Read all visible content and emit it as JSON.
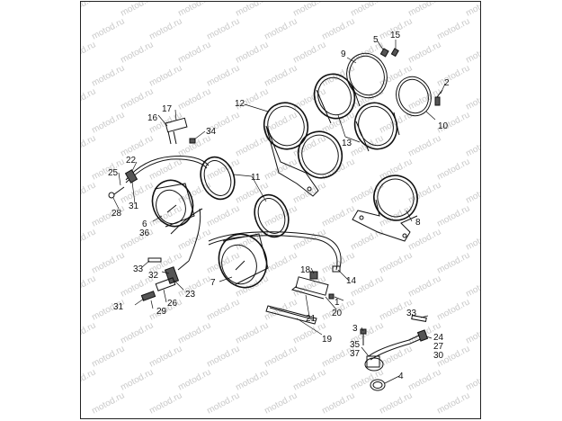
{
  "watermark": {
    "text": "motod.ru",
    "color": "#c9c9c9"
  },
  "callouts": [
    "1",
    "2",
    "3",
    "4",
    "5",
    "6",
    "7",
    "8",
    "9",
    "10",
    "11",
    "12",
    "13",
    "14",
    "15",
    "16",
    "17",
    "18",
    "19",
    "20",
    "21",
    "22",
    "23",
    "24",
    "25",
    "26",
    "27",
    "28",
    "29",
    "30",
    "31",
    "31",
    "32",
    "33",
    "33",
    "34",
    "35",
    "36",
    "37"
  ]
}
